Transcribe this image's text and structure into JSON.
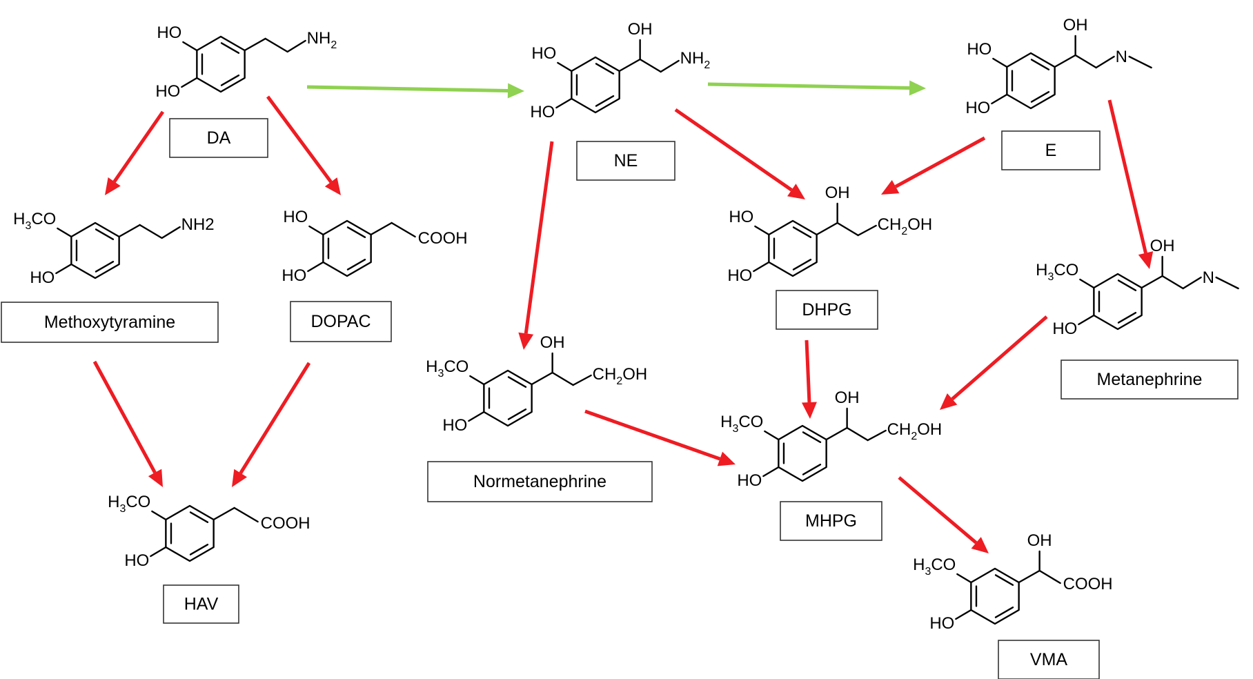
{
  "compounds": [
    {
      "key": "da",
      "label": "DA",
      "sub": "NH",
      "tail": "ethylamine",
      "ring": "catechol",
      "group": "2"
    },
    {
      "key": "ne",
      "label": "NE",
      "tail": "ethanolamine"
    },
    {
      "key": "e",
      "label": "E",
      "tail": "n-methyl-ethanolamine"
    },
    {
      "key": "mt",
      "label": "Methoxytyramine"
    },
    {
      "key": "dopac",
      "label": "DOPAC"
    },
    {
      "key": "dhpg",
      "label": "DHPG"
    },
    {
      "key": "metan",
      "label": "Metanephrine"
    },
    {
      "key": "normet",
      "label": "Normetanephrine"
    },
    {
      "key": "mhpg",
      "label": "MHPG"
    },
    {
      "key": "hav",
      "label": "HAV"
    },
    {
      "key": "vma",
      "label": "VMA"
    }
  ],
  "labels": {
    "da": "DA",
    "ne": "NE",
    "e": "E",
    "mt": "Methoxytyramine",
    "dopac": "DOPAC",
    "dhpg": "DHPG",
    "metan": "Metanephrine",
    "normet": "Normetanephrine",
    "mhpg": "MHPG",
    "hav": "HAV",
    "vma": "VMA"
  },
  "atoms": {
    "ho": "HO",
    "oh": "OH",
    "h3co_h": "H",
    "h3co_3": "3",
    "h3co_co": "CO",
    "nh2_nh": "NH",
    "nh2_2": "2",
    "nh2_plain": "NH2",
    "cooh": "COOH",
    "ch2oh_ch": "CH",
    "ch2oh_2": "2",
    "ch2oh_oh": "OH",
    "n": "N"
  },
  "colors": {
    "arrow_red": "#ee1c23",
    "arrow_green": "#8fd150",
    "box_stroke": "#333333",
    "text": "#000000"
  }
}
